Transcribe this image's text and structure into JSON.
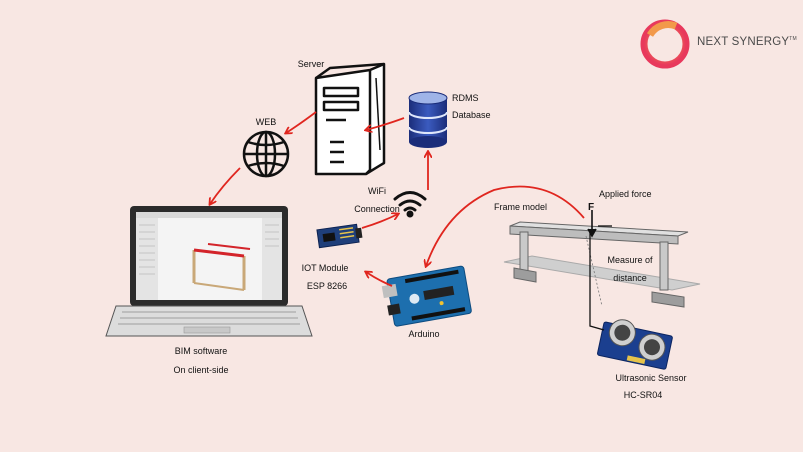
{
  "brand": {
    "name": "NEXT SYNERGY",
    "tm": "TM"
  },
  "nodes": {
    "server": {
      "label": "Server"
    },
    "database": {
      "line1": "RDMS",
      "line2": "Database"
    },
    "web": {
      "label": "WEB"
    },
    "wifi": {
      "line1": "WiFi",
      "line2": "Connection"
    },
    "laptop": {
      "line1": "BIM software",
      "line2": "On client-side"
    },
    "iot": {
      "line1": "IOT Module",
      "line2": "ESP 8266"
    },
    "arduino": {
      "label": "Arduino"
    },
    "frame": {
      "label": "Frame model"
    },
    "force": {
      "label": "Applied force",
      "symbol": "F"
    },
    "distance": {
      "line1": "Measure of",
      "line2": "distance"
    },
    "sensor": {
      "line1": "Ultrasonic Sensor",
      "line2": "HC-SR04"
    }
  },
  "colors": {
    "arrow": "#e0261f",
    "background": "#f8e7e3",
    "frame_red": "#d3242a",
    "board_blue": "#1d6fae"
  }
}
